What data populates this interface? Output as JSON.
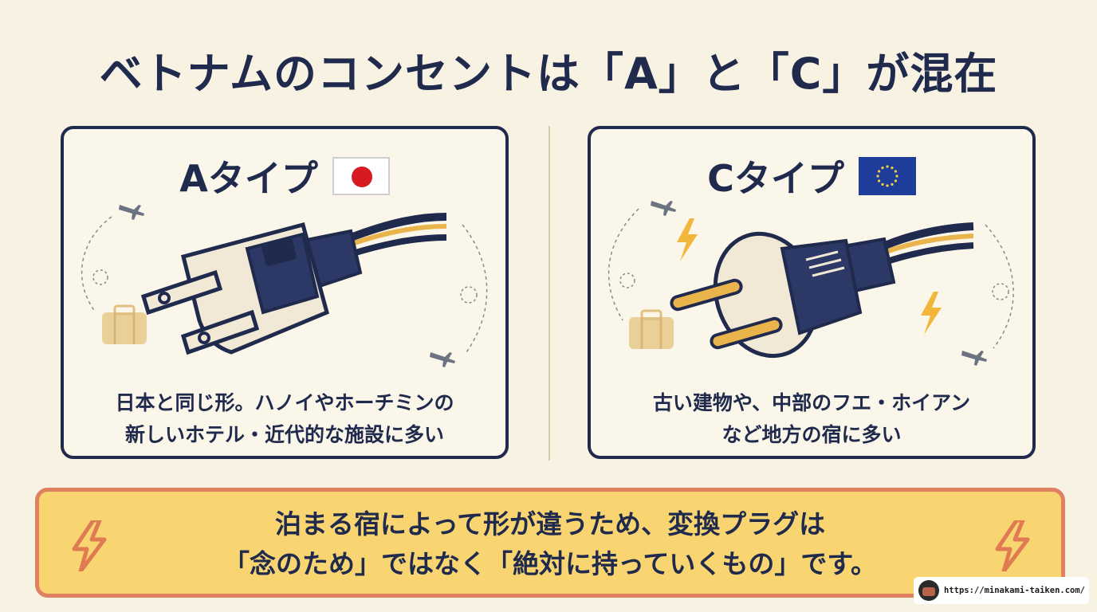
{
  "title": "ベトナムのコンセントは「A」と「C」が混在",
  "cards": [
    {
      "heading": "Aタイプ",
      "flag_icon": "japan-flag-icon",
      "desc_line1": "日本と同じ形。ハノイやホーチミンの",
      "desc_line2": "新しいホテル・近代的な施設に多い"
    },
    {
      "heading": "Cタイプ",
      "flag_icon": "eu-flag-icon",
      "desc_line1": "古い建物や、中部のフエ・ホイアン",
      "desc_line2": "など地方の宿に多い"
    }
  ],
  "note": {
    "line1": "泊まる宿によって形が違うため、変換プラグは",
    "line2": "「念のため」ではなく「絶対に持っていくもの」です。"
  },
  "watermark": {
    "url": "https://minakami-taiken.com/"
  },
  "colors": {
    "navy": "#1f2a4d",
    "background": "#f8f2e3",
    "note_fill": "#f8d571",
    "note_border": "#df8060",
    "bolt": "#f2b63a",
    "cable_yellow": "#e9b44c"
  }
}
